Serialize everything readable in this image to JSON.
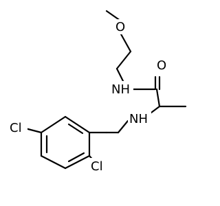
{
  "molecule": {
    "atoms": {
      "methoxy_oxygen": "O",
      "carbonyl_oxygen": "O",
      "amide_nitrogen": "NH",
      "amine_nitrogen": "NH",
      "chlorine_para": "Cl",
      "chlorine_ortho": "Cl"
    }
  },
  "colors": {
    "bond": "#000000",
    "label": "#000000",
    "background": "#ffffff"
  }
}
